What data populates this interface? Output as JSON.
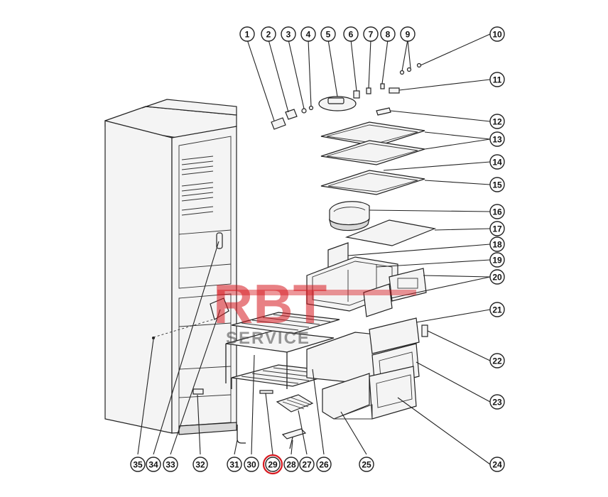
{
  "watermark": {
    "brand": "RBT",
    "service": "SERVICE",
    "accent_color": "#d71920"
  },
  "callouts": [
    {
      "id": "c1",
      "label": "1"
    },
    {
      "id": "c2",
      "label": "2"
    },
    {
      "id": "c3",
      "label": "3"
    },
    {
      "id": "c4",
      "label": "4"
    },
    {
      "id": "c5",
      "label": "5"
    },
    {
      "id": "c6",
      "label": "6"
    },
    {
      "id": "c7",
      "label": "7"
    },
    {
      "id": "c8",
      "label": "8"
    },
    {
      "id": "c9",
      "label": "9"
    },
    {
      "id": "c10",
      "label": "10"
    },
    {
      "id": "c11",
      "label": "11"
    },
    {
      "id": "c12",
      "label": "12"
    },
    {
      "id": "c13",
      "label": "13"
    },
    {
      "id": "c14",
      "label": "14"
    },
    {
      "id": "c15",
      "label": "15"
    },
    {
      "id": "c16",
      "label": "16"
    },
    {
      "id": "c17",
      "label": "17"
    },
    {
      "id": "c18",
      "label": "18"
    },
    {
      "id": "c19",
      "label": "19"
    },
    {
      "id": "c20",
      "label": "20"
    },
    {
      "id": "c21",
      "label": "21"
    },
    {
      "id": "c22",
      "label": "22"
    },
    {
      "id": "c23",
      "label": "23"
    },
    {
      "id": "c24",
      "label": "24"
    },
    {
      "id": "c25",
      "label": "25"
    },
    {
      "id": "c26",
      "label": "26"
    },
    {
      "id": "c27",
      "label": "27"
    },
    {
      "id": "c28",
      "label": "28"
    },
    {
      "id": "c29",
      "label": "29",
      "highlighted": true
    },
    {
      "id": "c30",
      "label": "30"
    },
    {
      "id": "c31",
      "label": "31"
    },
    {
      "id": "c32",
      "label": "32"
    },
    {
      "id": "c33",
      "label": "33"
    },
    {
      "id": "c34",
      "label": "34"
    },
    {
      "id": "c35",
      "label": "35"
    }
  ]
}
